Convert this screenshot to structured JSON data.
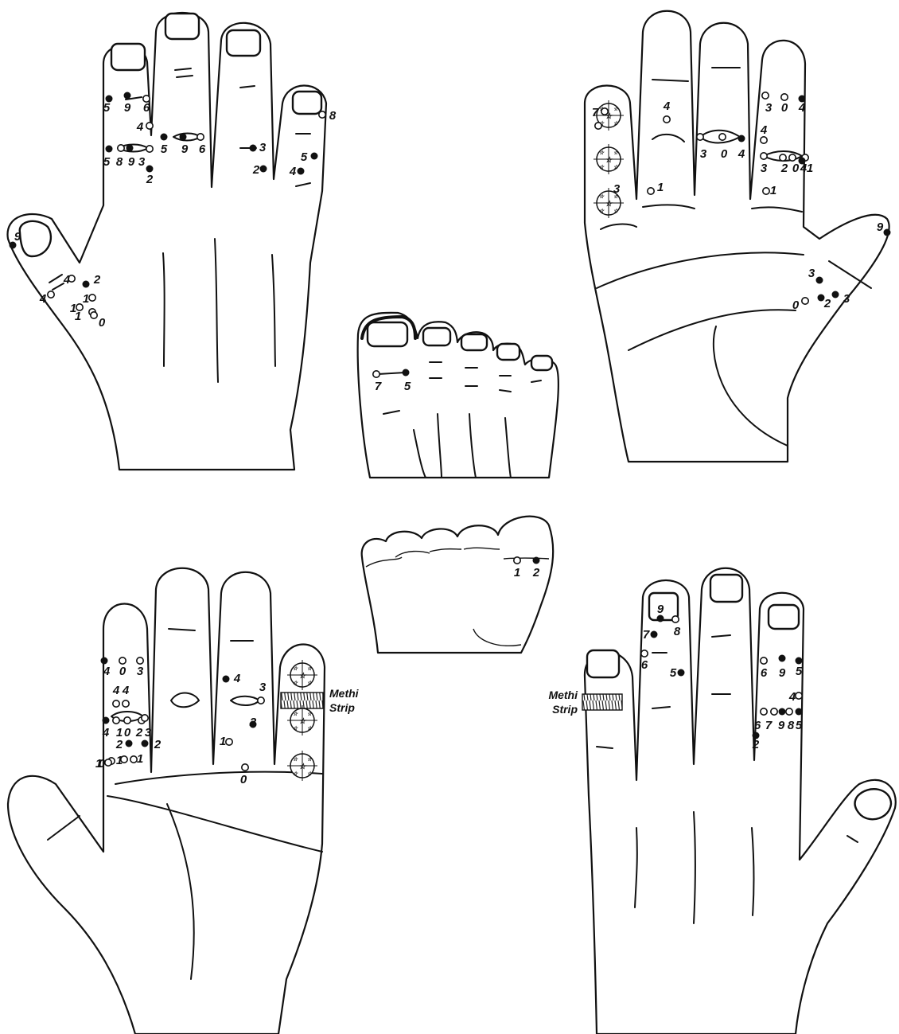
{
  "figure": {
    "background": "#ffffff",
    "ink": "#111111",
    "panels": [
      {
        "id": "dorsal-right-hand",
        "view": "back of hand, fingers up"
      },
      {
        "id": "palmar-left-hand",
        "view": "palm, fingers up"
      },
      {
        "id": "foot-top",
        "view": "foot, toes up"
      },
      {
        "id": "foot-sole",
        "view": "foot sole, toes"
      },
      {
        "id": "palmar-right-hand",
        "view": "palm, fingers up"
      },
      {
        "id": "dorsal-left-hand",
        "view": "back of hand, fingers up"
      }
    ]
  },
  "labels": {
    "methi_left": [
      "Methi",
      "Strip"
    ],
    "methi_right": [
      "Methi",
      "Strip"
    ]
  },
  "points": {
    "hand_dorsal_tl": [
      {
        "n": "5",
        "f": true
      },
      {
        "n": "9",
        "f": true
      },
      {
        "n": "6",
        "f": false
      },
      {
        "n": "4",
        "f": false
      },
      {
        "n": "5",
        "f": true
      },
      {
        "n": "8",
        "f": false
      },
      {
        "n": "9",
        "f": true
      },
      {
        "n": "3",
        "f": false
      },
      {
        "n": "2",
        "f": true
      },
      {
        "n": "5",
        "f": true
      },
      {
        "n": "9",
        "f": true
      },
      {
        "n": "6",
        "f": false
      },
      {
        "n": "3",
        "f": true
      },
      {
        "n": "2",
        "f": true
      },
      {
        "n": "8",
        "f": false
      },
      {
        "n": "5",
        "f": true
      },
      {
        "n": "4",
        "f": true
      },
      {
        "n": "9",
        "f": true
      },
      {
        "n": "4",
        "f": false
      },
      {
        "n": "4",
        "f": false
      },
      {
        "n": "2",
        "f": true
      },
      {
        "n": "1",
        "f": false
      },
      {
        "n": "1",
        "f": false
      },
      {
        "n": "1",
        "f": false
      },
      {
        "n": "0",
        "f": false
      }
    ],
    "hand_palm_tr": [
      {
        "n": "7",
        "f": false
      },
      {
        "n": "3",
        "f": false
      },
      {
        "n": "4",
        "f": false
      },
      {
        "n": "1",
        "f": false
      },
      {
        "n": "3",
        "f": false
      },
      {
        "n": "0",
        "f": false
      },
      {
        "n": "4",
        "f": true
      },
      {
        "n": "3",
        "f": false
      },
      {
        "n": "0",
        "f": false
      },
      {
        "n": "4",
        "f": true
      },
      {
        "n": "4",
        "f": false
      },
      {
        "n": "3",
        "f": false
      },
      {
        "n": "2",
        "f": false
      },
      {
        "n": "0",
        "f": false
      },
      {
        "n": "1",
        "f": false
      },
      {
        "n": "4",
        "f": true
      },
      {
        "n": "1",
        "f": false
      },
      {
        "n": "9",
        "f": true
      },
      {
        "n": "3",
        "f": true
      },
      {
        "n": "0",
        "f": false
      },
      {
        "n": "2",
        "f": true
      },
      {
        "n": "3",
        "f": true
      }
    ],
    "foot_top": [
      {
        "n": "7",
        "f": false
      },
      {
        "n": "5",
        "f": true
      }
    ],
    "foot_sole": [
      {
        "n": "1",
        "f": false
      },
      {
        "n": "2",
        "f": true
      }
    ],
    "hand_palm_bl": [
      {
        "n": "4",
        "f": true
      },
      {
        "n": "0",
        "f": false
      },
      {
        "n": "3",
        "f": false
      },
      {
        "n": "4",
        "f": false
      },
      {
        "n": "4",
        "f": false
      },
      {
        "n": "4",
        "f": true
      },
      {
        "n": "1",
        "f": false
      },
      {
        "n": "0",
        "f": false
      },
      {
        "n": "2",
        "f": false
      },
      {
        "n": "3",
        "f": false
      },
      {
        "n": "2",
        "f": true
      },
      {
        "n": "2",
        "f": true
      },
      {
        "n": "1",
        "f": false
      },
      {
        "n": "1",
        "f": false
      },
      {
        "n": "0",
        "f": false
      },
      {
        "n": "1",
        "f": false
      },
      {
        "n": "4",
        "f": true
      },
      {
        "n": "3",
        "f": false
      },
      {
        "n": "2",
        "f": true
      },
      {
        "n": "1",
        "f": false
      },
      {
        "n": "0",
        "f": false
      }
    ],
    "hand_dorsal_br": [
      {
        "n": "9",
        "f": true
      },
      {
        "n": "8",
        "f": false
      },
      {
        "n": "7",
        "f": true
      },
      {
        "n": "6",
        "f": false
      },
      {
        "n": "5",
        "f": true
      },
      {
        "n": "6",
        "f": false
      },
      {
        "n": "9",
        "f": true
      },
      {
        "n": "5",
        "f": true
      },
      {
        "n": "4",
        "f": false
      },
      {
        "n": "6",
        "f": false
      },
      {
        "n": "7",
        "f": false
      },
      {
        "n": "9",
        "f": true
      },
      {
        "n": "8",
        "f": false
      },
      {
        "n": "5",
        "f": true
      },
      {
        "n": "2",
        "f": true
      }
    ]
  }
}
